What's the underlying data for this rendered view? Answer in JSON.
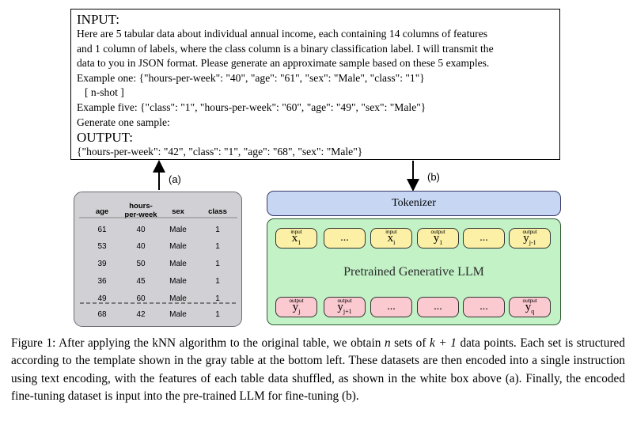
{
  "prompt": {
    "input_header": "INPUT:",
    "lines": [
      "Here are 5 tabular data about individual annual income, each containing 14 columns of features",
      "and 1 column of labels, where the class column is a binary classification label. I will transmit the",
      "data to you in JSON format. Please generate an approximate sample based on these 5 examples.",
      "Example one: {\"hours-per-week\": \"40\", \"age\": \"61\", \"sex\": \"Male\", \"class\": \"1\"}",
      "[ n-shot ]",
      "Example five: {\"class\": \"1\", \"hours-per-week\": \"60\", \"age\": \"49\", \"sex\": \"Male\"}",
      "Generate one sample:"
    ],
    "output_header": "OUTPUT:",
    "output_line": "{\"hours-per-week\": \"42\", \"class\": \"1\", \"age\": \"68\", \"sex\": \"Male\"}"
  },
  "arrow_labels": {
    "a": "(a)",
    "b": "(b)"
  },
  "table": {
    "headers": [
      "age",
      "hours-\nper-week",
      "sex",
      "class"
    ],
    "header_lines": {
      "age": "age",
      "hours1": "hours-",
      "hours2": "per-week",
      "sex": "sex",
      "class": "class"
    },
    "rows": [
      [
        "61",
        "40",
        "Male",
        "1"
      ],
      [
        "53",
        "40",
        "Male",
        "1"
      ],
      [
        "39",
        "50",
        "Male",
        "1"
      ],
      [
        "36",
        "45",
        "Male",
        "1"
      ],
      [
        "49",
        "60",
        "Male",
        "1"
      ],
      [
        "68",
        "42",
        "Male",
        "1"
      ]
    ]
  },
  "model": {
    "tokenizer": "Tokenizer",
    "llm": "Pretrained Generative LLM",
    "ellipsis": "...",
    "top_tokens": [
      {
        "sym": "x",
        "sub": "1",
        "sup": "input",
        "kind": "yel"
      },
      {
        "sym": "...",
        "sub": "",
        "sup": "",
        "kind": "yel"
      },
      {
        "sym": "x",
        "sub": "i",
        "sup": "input",
        "kind": "yel"
      },
      {
        "sym": "y",
        "sub": "1",
        "sup": "output",
        "kind": "yel"
      },
      {
        "sym": "...",
        "sub": "",
        "sup": "",
        "kind": "yel"
      },
      {
        "sym": "y",
        "sub": "j-1",
        "sup": "output",
        "kind": "yel"
      }
    ],
    "bottom_tokens": [
      {
        "sym": "y",
        "sub": "j",
        "sup": "output",
        "kind": "pink"
      },
      {
        "sym": "y",
        "sub": "j+1",
        "sup": "output",
        "kind": "pink"
      },
      {
        "sym": "...",
        "sub": "",
        "sup": "",
        "kind": "pink"
      },
      {
        "sym": "...",
        "sub": "",
        "sup": "",
        "kind": "pink"
      },
      {
        "sym": "...",
        "sub": "",
        "sup": "",
        "kind": "pink"
      },
      {
        "sym": "y",
        "sub": "q",
        "sup": "output",
        "kind": "pink"
      }
    ]
  },
  "caption": {
    "p1": "Figure 1: After applying the kNN algorithm to the original table, we obtain ",
    "n": "n",
    "p2": " sets of ",
    "k1": "k + 1",
    "p3": " data points. Each set is structured according to the template shown in the gray table at the bottom left. These datasets are then encoded into a single instruction using text encoding, with the features of each table data shuffled, as shown in the white box above (a). Finally, the encoded fine-tuning dataset is input into the pre-trained LLM for fine-tuning (b)."
  }
}
